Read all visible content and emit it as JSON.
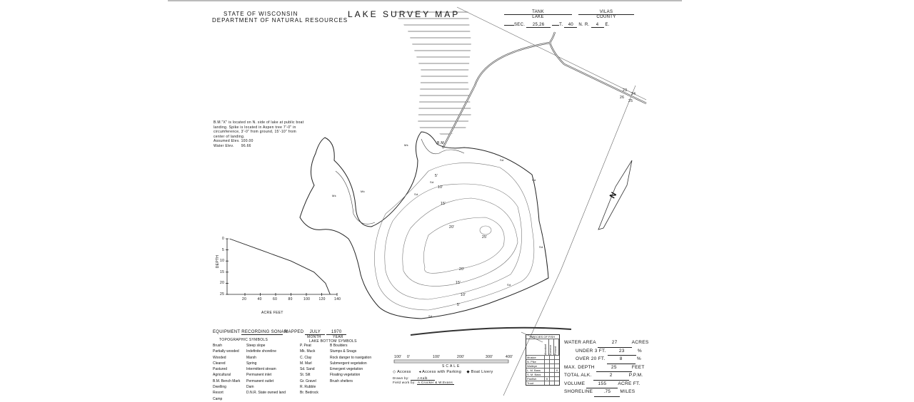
{
  "header": {
    "agency_line1": "STATE OF WISCONSIN",
    "agency_line2": "DEPARTMENT OF NATURAL RESOURCES",
    "title": "LAKE SURVEY MAP",
    "lake_name": "TANK",
    "lake_label": "LAKE",
    "county_name": "VILAS",
    "county_label": "COUNTY",
    "sec_label": "SEC.",
    "sec_value": "25,26",
    "t_label": "T.",
    "t_value": "40",
    "n_label": "N. R.",
    "r_value": "4",
    "e_label": "E."
  },
  "benchmark_note": {
    "lines": [
      "B.M.\"X\" is located on N. side of lake at public boat",
      "landing. Spike is located in Aspen tree 7'-0\" in",
      "circumference, 3'-0\" from ground, 15'-10\" from",
      "center of landing."
    ],
    "assumed_elev_label": "Assumed Elev.",
    "assumed_elev": "100.00",
    "water_elev_label": "Water Elev.",
    "water_elev": "96.66"
  },
  "map_labels": {
    "bm": "B.M.",
    "contours": [
      "5'",
      "10'",
      "15'",
      "20'",
      "25'",
      "20'",
      "15'",
      "10'",
      "5'"
    ],
    "sections": [
      "23",
      "24",
      "26",
      "25"
    ],
    "north": "N",
    "bottom_marks": [
      "Sd",
      "Sd",
      "Sd",
      "Sd",
      "Sd",
      "Sd",
      "Sd",
      "Mk",
      "Mk",
      "Mk"
    ]
  },
  "chart_data": {
    "type": "line",
    "title": "",
    "xlabel": "ACRE FEET",
    "ylabel": "DEPTH",
    "x_ticks": [
      "20",
      "40",
      "60",
      "80",
      "100",
      "120",
      "140"
    ],
    "y_ticks": [
      "0",
      "5",
      "10",
      "15",
      "20",
      "25"
    ],
    "xlim": [
      0,
      140
    ],
    "ylim": [
      0,
      25
    ],
    "series": [
      {
        "name": "area-depth",
        "x": [
          0,
          40,
          80,
          110,
          125,
          131
        ],
        "y": [
          0,
          5,
          10,
          15,
          20,
          25
        ]
      }
    ]
  },
  "equipment": {
    "label": "EQUIPMENT",
    "value": "RECORDING SONAR",
    "mapped_label": "MAPPED",
    "month": "JULY",
    "month_label": "MONTH",
    "year": "1970",
    "year_label": "YEAR"
  },
  "legend": {
    "topo_title": "TOPOGRAPHIC SYMBOLS",
    "bottom_title": "LAKE BOTTOM SYMBOLS",
    "topo_col1": [
      "Brush",
      "Partially wooded",
      "Wooded",
      "Cleared",
      "Pastured",
      "Agricultural",
      "B.M. Bench Mark",
      "Dwelling",
      "Resort",
      "Camp"
    ],
    "topo_col2": [
      "Steep slope",
      "Indefinite shoreline",
      "Marsh",
      "Spring",
      "Intermittent stream",
      "Permanent inlet",
      "Permanent outlet",
      "Dam",
      "D.N.R. State owned land"
    ],
    "bottom_col1": [
      "P.  Peat",
      "Mk. Muck",
      "C.  Clay",
      "M.  Marl",
      "Sd. Sand",
      "St. Silt",
      "Gr. Gravel",
      "R.  Rubble",
      "Br. Bedrock"
    ],
    "bottom_col2": [
      "B  Boulders",
      "Stumps & Snags",
      "Rock danger to navigation",
      "Submergent vegetation",
      "Emergent vegetation",
      "Floating vegetation",
      "Brush shelters"
    ]
  },
  "scale": {
    "ticks": [
      "100'",
      "0'",
      "100'",
      "200'",
      "300'",
      "400'"
    ],
    "label": "SCALE",
    "access": "Access",
    "access_parking": "Access with Parking",
    "boat_livery": "Boat Livery",
    "drawn_by_label": "Drawn by:",
    "drawn_by": "J.Kalb",
    "field_work_label": "Field work by:",
    "field_work": "A.Crocker & W.Evans"
  },
  "fish": {
    "title": "SPECIES OF FISH",
    "columns": [
      "Abundant",
      "Common",
      "Present"
    ],
    "rows": [
      {
        "name": "Muskie",
        "marks": [
          "",
          "",
          ""
        ]
      },
      {
        "name": "N. Pike",
        "marks": [
          "",
          "",
          ""
        ]
      },
      {
        "name": "Walleye",
        "marks": [
          "",
          "",
          ""
        ]
      },
      {
        "name": "L. M. Bass",
        "marks": [
          "",
          "",
          "X"
        ]
      },
      {
        "name": "S. M. Bass",
        "marks": [
          "",
          "",
          ""
        ]
      },
      {
        "name": "Panfish",
        "marks": [
          "X",
          "",
          ""
        ]
      },
      {
        "name": "Trout",
        "marks": [
          "",
          "",
          ""
        ]
      }
    ]
  },
  "stats": {
    "water_area_label": "WATER AREA",
    "water_area": "27",
    "water_area_unit": "ACRES",
    "under3_label": "UNDER 3 FT.",
    "under3": "23",
    "under3_unit": "%",
    "over20_label": "OVER 20 FT.",
    "over20": "8",
    "over20_unit": "%",
    "max_depth_label": "MAX. DEPTH",
    "max_depth": "25",
    "max_depth_unit": "FEET",
    "alk_label": "TOTAL ALK.",
    "alk": "2",
    "alk_unit": "P.P.M.",
    "volume_label": "VOLUME",
    "volume": "155",
    "volume_unit": "ACRE FT.",
    "shoreline_label": "SHORELINE",
    "shoreline": ".75",
    "shoreline_unit": "MILES"
  }
}
